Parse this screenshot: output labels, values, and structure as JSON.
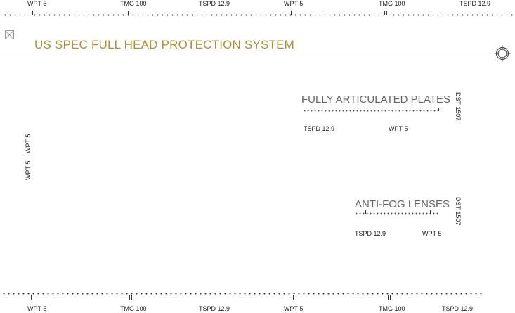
{
  "top_ruler": {
    "labels": [
      "WPT 5",
      "TMG 100",
      "TSPD 12.9",
      "WPT 5",
      "TMG 100",
      "TSPD 12.9"
    ]
  },
  "bottom_ruler": {
    "labels": [
      "WPT 5",
      "TMG 100",
      "TSPD 12.9",
      "WPT 5",
      "TMG 100",
      "TSPD 12.9"
    ]
  },
  "header": {
    "title": "US SPEC FULL HEAD PROTECTION SYSTEM",
    "close_icon": "close-x-box",
    "crosshair_icon": "crosshair-reticle"
  },
  "side_labels": [
    "WPT 5",
    "WPT 5"
  ],
  "features": [
    {
      "title": "FULLY ARTICULATED PLATES",
      "sub_left": "TSPD 12.9",
      "sub_right": "WPT 5",
      "side": "DST 1507"
    },
    {
      "title": "ANTI-FOG LENSES",
      "sub_left": "TSPD 12.9",
      "sub_right": "WPT 5",
      "side": "DST 1507"
    }
  ],
  "colors": {
    "title": "#b39036",
    "text": "#222222",
    "feature_title": "#666666",
    "rule": "#555555"
  }
}
